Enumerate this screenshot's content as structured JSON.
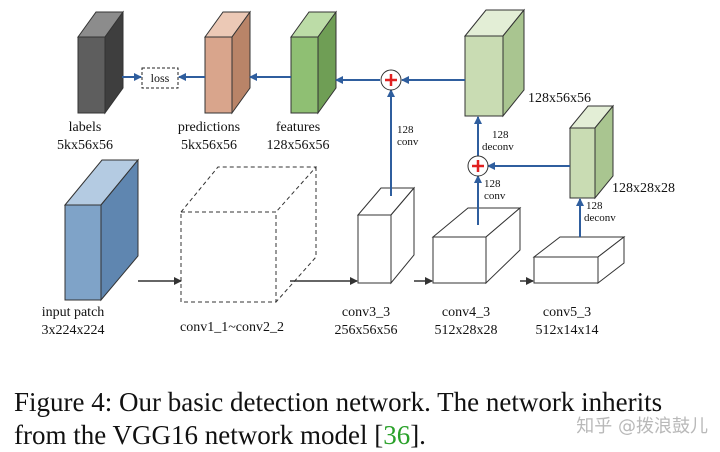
{
  "colors": {
    "labels_block": "#5e5e5e",
    "predictions_block": "#d9a58c",
    "features_block": "#8fbf73",
    "input_block": "#7fa3c8",
    "deconv_block": "#c9dcb3",
    "arrow": "#2f5e9e",
    "plus": "#e02020",
    "cite": "#2aa12a"
  },
  "diagram": {
    "loss": "loss",
    "labels": "labels",
    "labels_dim": "5kx56x56",
    "predictions": "predictions",
    "predictions_dim": "5kx56x56",
    "features": "features",
    "features_dim": "128x56x56",
    "input": "input patch",
    "input_dim": "3x224x224",
    "conv1": "conv1_1~conv2_2",
    "conv3": "conv3_3",
    "conv3_dim": "256x56x56",
    "conv4": "conv4_3",
    "conv4_dim": "512x28x28",
    "conv5": "conv5_3",
    "conv5_dim": "512x14x14",
    "deconv_top_dim": "128x56x56",
    "deconv_mid_dim": "128x28x28",
    "conv3_side_num": "128",
    "conv3_side_op": "conv",
    "deconv_upper_num": "128",
    "deconv_upper_op": "deconv",
    "conv4_side_num": "128",
    "conv4_side_op": "conv",
    "deconv_lower_num": "128",
    "deconv_lower_op": "deconv"
  },
  "caption": {
    "prefix": "Figure 4:",
    "text": " Our basic detection network. The network inherits from the VGG16 network model [",
    "cite": "36",
    "suffix": "]."
  },
  "watermark": "知乎 @拨浪鼓儿"
}
